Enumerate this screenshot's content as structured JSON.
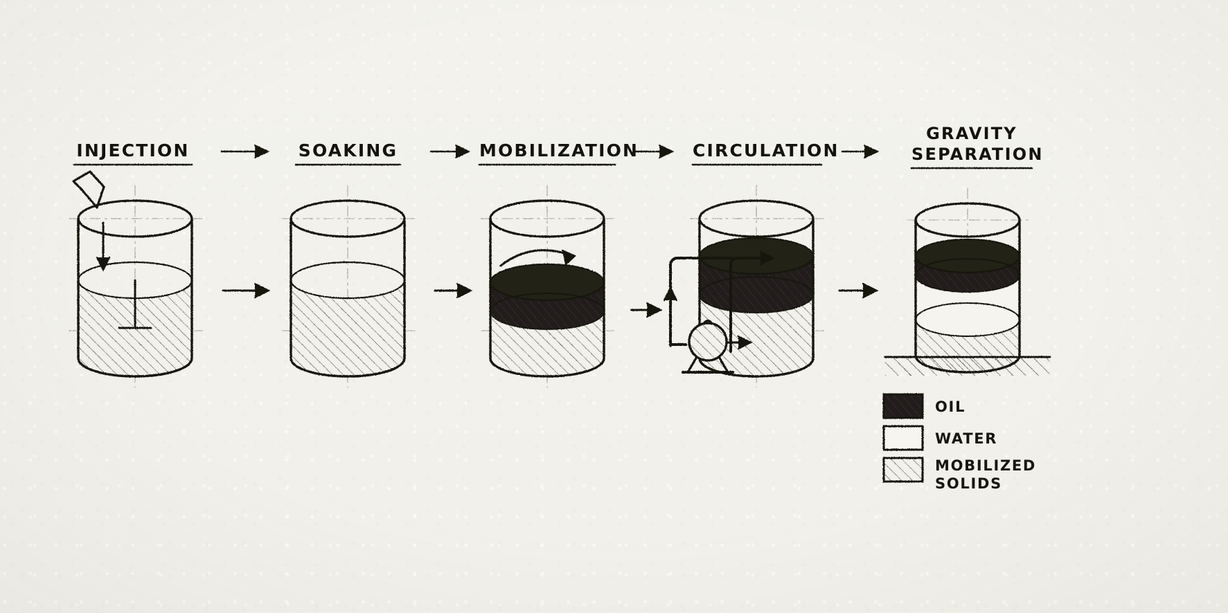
{
  "diagram": {
    "title_stages": [
      "INJECTION",
      "SOAKING",
      "MOBILIZATION",
      "CIRCULATION",
      "GRAVITY SEPARATION"
    ],
    "style": "hand-drawn pencil sketch",
    "paper_color": "#f2f1ec",
    "ink_color": "#14130f",
    "oil_color": "#1d1c18"
  },
  "stages": [
    {
      "id": "injection",
      "label": "INJECTION",
      "label_line1": "INJECTION",
      "label_line2": "",
      "annotation": "nozzle injecting downward into tank",
      "contents": [
        {
          "layer": "mobilized-solids",
          "fill": "hatch"
        }
      ]
    },
    {
      "id": "soaking",
      "label": "SOAKING",
      "label_line1": "SOAKING",
      "label_line2": "",
      "annotation": "tank resting, solids soaking",
      "contents": [
        {
          "layer": "mobilized-solids",
          "fill": "hatch"
        }
      ]
    },
    {
      "id": "mobilization",
      "label": "MOBILIZATION",
      "label_line1": "MOBILIZATION",
      "label_line2": "",
      "annotation": "curved stirring arrow above contents",
      "contents": [
        {
          "layer": "oil",
          "fill": "solid-dark"
        },
        {
          "layer": "mobilized-solids",
          "fill": "hatch"
        }
      ]
    },
    {
      "id": "circulation",
      "label": "CIRCULATION",
      "label_line1": "CIRCULATION",
      "label_line2": "",
      "annotation": "external loop piping with pump",
      "contents": [
        {
          "layer": "oil",
          "fill": "solid-dark"
        },
        {
          "layer": "mobilized-solids",
          "fill": "hatch"
        }
      ]
    },
    {
      "id": "gravity-separation",
      "label": "GRAVITY SEPARATION",
      "label_line1": "GRAVITY",
      "label_line2": "SEPARATION",
      "annotation": "three separated layers on hatched ground",
      "contents": [
        {
          "layer": "oil",
          "fill": "solid-dark"
        },
        {
          "layer": "water",
          "fill": "empty"
        },
        {
          "layer": "mobilized-solids",
          "fill": "hatch"
        }
      ]
    }
  ],
  "legend": {
    "items": [
      {
        "label": "OIL",
        "label_line1": "OIL",
        "label_line2": "",
        "swatch": "solid-dark"
      },
      {
        "label": "WATER",
        "label_line1": "WATER",
        "label_line2": "",
        "swatch": "empty"
      },
      {
        "label": "MOBILIZED SOLIDS",
        "label_line1": "MOBILIZED",
        "label_line2": "SOLIDS",
        "swatch": "hatch"
      }
    ]
  }
}
